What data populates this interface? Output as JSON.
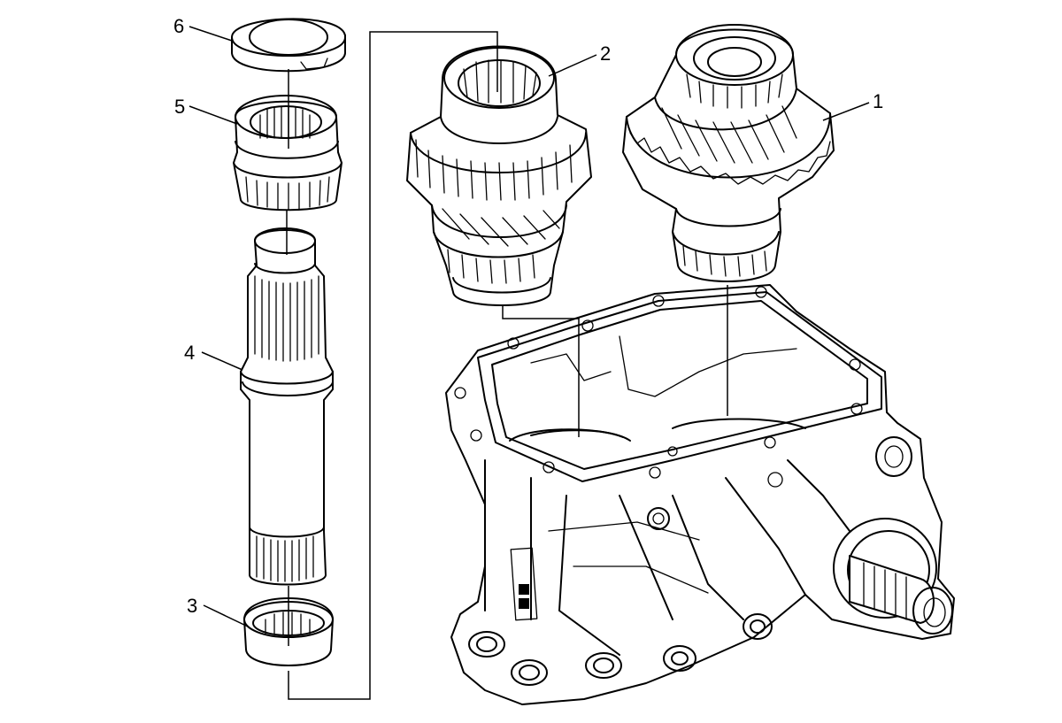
{
  "diagram": {
    "callouts": [
      {
        "id": "1",
        "text": "1"
      },
      {
        "id": "2",
        "text": "2"
      },
      {
        "id": "3",
        "text": "3"
      },
      {
        "id": "4",
        "text": "4"
      },
      {
        "id": "5",
        "text": "5"
      },
      {
        "id": "6",
        "text": "6"
      }
    ],
    "parts": [
      "thrust-washer",
      "synchronizer-hub-gear",
      "output-shaft",
      "needle-bearing",
      "cluster-gear",
      "intermediate-gear",
      "transmission-case"
    ]
  }
}
